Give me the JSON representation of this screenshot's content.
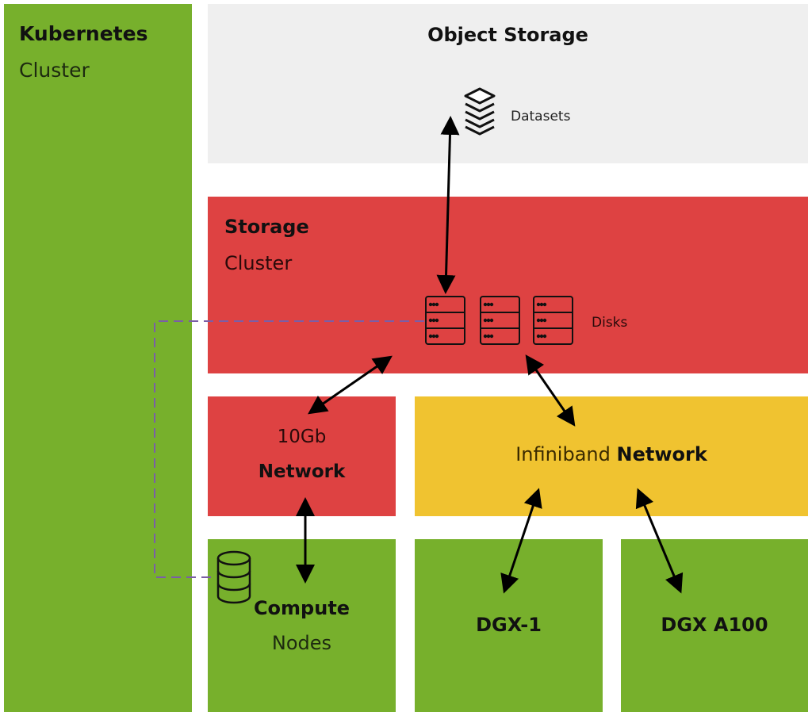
{
  "kubernetes": {
    "title": "Kubernetes",
    "subtitle": "Cluster"
  },
  "object_storage": {
    "title": "Object Storage",
    "datasets_label": "Datasets"
  },
  "storage_cluster": {
    "title": "Storage",
    "subtitle": "Cluster",
    "disks_label": "Disks"
  },
  "network_10gb": {
    "line1": "10Gb",
    "line2": "Network"
  },
  "infiniband": {
    "prefix": "Infiniband",
    "suffix": "Network"
  },
  "compute": {
    "title": "Compute",
    "subtitle": "Nodes"
  },
  "dgx1": {
    "label": "DGX-1"
  },
  "dgxa100": {
    "label": "DGX A100"
  },
  "colors": {
    "green": "#77b02c",
    "red": "#de4242",
    "yellow": "#f0c330",
    "grey": "#efefef",
    "dashed_link": "#7b5ea7"
  },
  "icons": [
    "layers-icon",
    "server-disk-icon",
    "database-icon"
  ]
}
